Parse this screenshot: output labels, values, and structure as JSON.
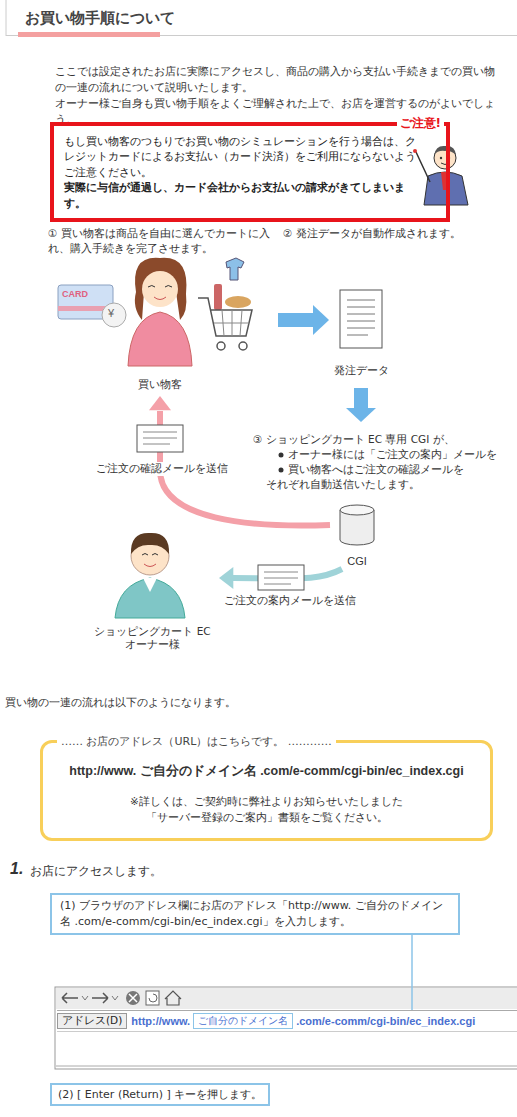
{
  "diagram": {
    "title": "お買い物手順について",
    "nodes": [
      {
        "text": [
          "ご注意!",
          "もし買い物客のつもりでお買い物のシミュレーションを行う場合は、クレジットカードによるお支払い（カード決済）をご利用にならないようご注意ください。",
          "実際に与信が通過し、カード会社からお支払いの請求がきてしまいます。"
        ]
      },
      {
        "text": [
          "買い物客"
        ]
      },
      {
        "text": [
          "発注データ"
        ]
      },
      {
        "text": [
          "CGI"
        ]
      },
      {
        "text": [
          "ショッピングカート EC オーナー様"
        ]
      },
      {
        "text": [
          "…… お店のアドレス（URL）はこちらです。 …………",
          "http://www. ご自分のドメイン名 .com/e-comm/cgi-bin/ec_index.cgi",
          "※詳しくは、ご契約時に弊社よりお知らせいたしました「サーバー登録のご案内」書類をご覧ください。"
        ]
      },
      {
        "text": [
          "(1) ブラウザのアドレス欄にお店のアドレス「http://www. ご自分のドメイン名 .com/e-comm/cgi-bin/ec_index.cgi」を入力します。"
        ]
      },
      {
        "text": [
          "アドレス(D)",
          "http://www.",
          ".com/e-comm/cgi-bin/ec_index.cgi"
        ]
      },
      {
        "text": [
          "ご自分のドメイン名"
        ],
        "in": 7
      },
      {
        "text": [
          "(2) [ Enter (Return) ] キーを押します。"
        ]
      }
    ],
    "edges": [
      {
        "from": 1,
        "to": 2,
        "arrow": "to"
      },
      {
        "from": 2,
        "to": 3,
        "arrow": "to"
      },
      {
        "from": 3,
        "to": 4,
        "arrow": "to",
        "label": "ご注文の案内メールを送信"
      },
      {
        "from": 3,
        "to": 1,
        "arrow": "to",
        "label": "ご注文の確認メールを送信"
      },
      {
        "from": 6,
        "to": 7,
        "arrow": "none"
      }
    ],
    "labels": [
      "ここでは設定されたお店に実際にアクセスし、商品の購入から支払い手続きまでの買い物の一連の流れについて説明いたします。",
      "オーナー様ご自身も買い物手順をよくご理解された上で、お店を運営するのがよいでしょう。",
      "① 買い物客は商品を自由に選んでカートに入れ、購入手続きを完了させます。",
      "② 発注データが自動作成されます。",
      "③ ショッピングカート EC 専用 CGI が、",
      "オーナー様には「ご注文の案内」メールを",
      "買い物客へはご注文の確認メールを",
      "それぞれ自動送信いたします。",
      "CARD",
      "¥",
      "買い物の一連の流れは以下のようになります。",
      "1.",
      "お店にアクセスします。"
    ]
  }
}
